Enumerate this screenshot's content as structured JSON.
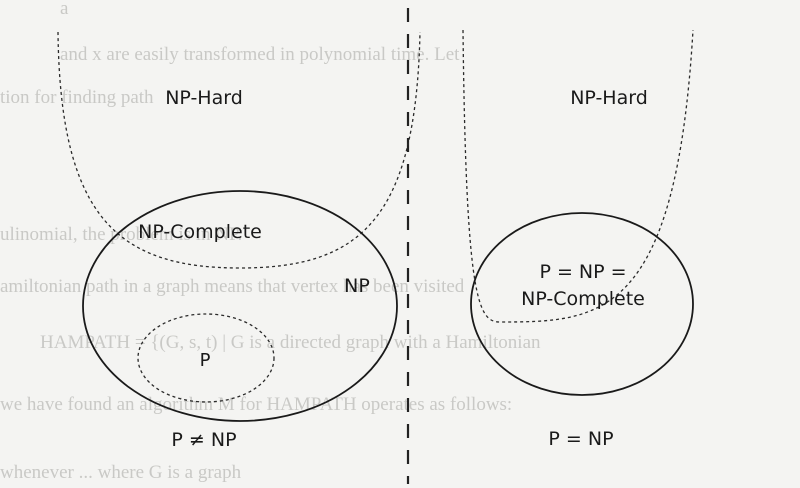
{
  "background_text": [
    "a",
    "and x are easily transformed in polynomial time. Let",
    "tion for finding path",
    "ulinomial, the problem is in NP.",
    "amiltonian path in a graph means that vertex has been visited",
    "HAMPATH = {(G, s, t) | G is a directed graph with a Hamiltonian",
    "we have found an algorithm M for HAMPATH operates as follows:",
    "whenever ... where G is a graph"
  ],
  "left": {
    "np_hard": "NP-Hard",
    "np_complete": "NP-Complete",
    "np": "NP",
    "p": "P",
    "caption": "P ≠ NP"
  },
  "right": {
    "np_hard": "NP-Hard",
    "merged_line1": "P = NP =",
    "merged_line2": "NP-Complete",
    "caption": "P = NP"
  },
  "colors": {
    "background": "#f4f4f2",
    "ink": "#1a1a1a",
    "bleed_text": "#c9c9c6"
  }
}
